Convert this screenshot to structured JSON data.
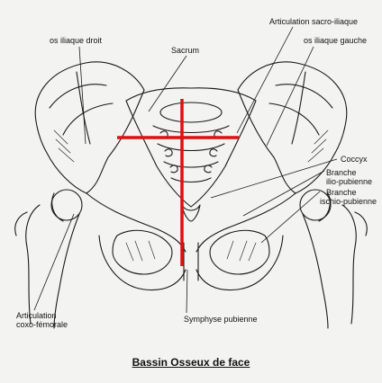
{
  "labels": {
    "os_iliaque_droit": "os iliaque droit",
    "sacrum": "Sacrum",
    "articulation_sacro_iliaque": "Articulation sacro-iliaque",
    "os_iliaque_gauche": "os iliaque gauche",
    "coccyx": "Coccyx",
    "branche_ilio_pubienne": [
      "Branche",
      "ilio-pubienne"
    ],
    "branche_ischio_pubienne": [
      "Branche",
      "ischio-pubienne"
    ],
    "articulation_coxo_femorale": [
      "Articulation",
      "coxo-fémorale"
    ],
    "symphyse_pubienne": "Symphyse pubienne"
  },
  "title": "Bassin Osseux de face",
  "colors": {
    "axis_marker": "#e01010",
    "line_art": "#1a1a1a",
    "background": "#f3f3f1"
  }
}
